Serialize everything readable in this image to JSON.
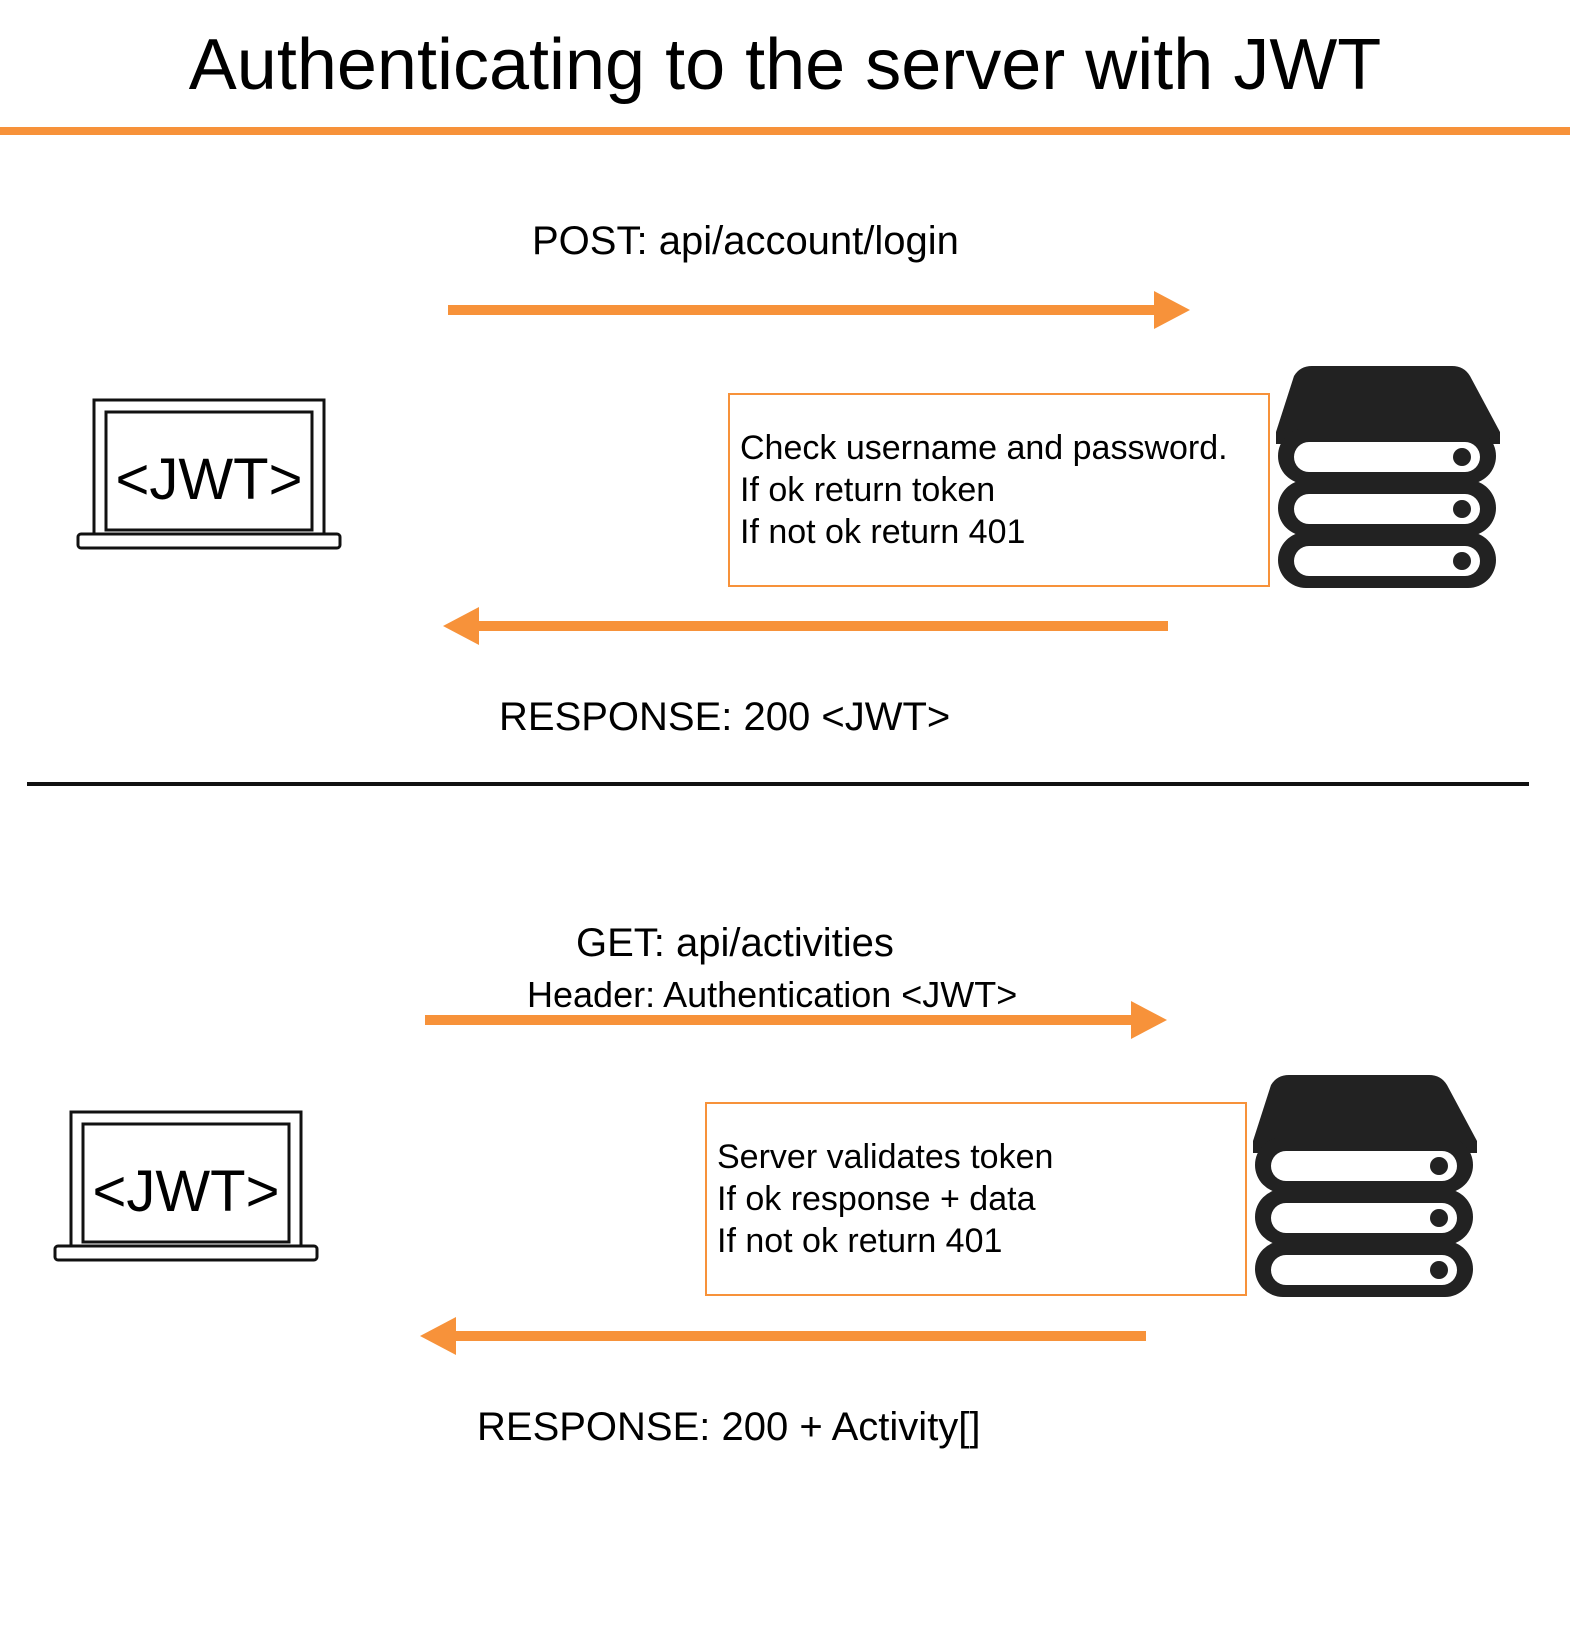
{
  "title": "Authenticating to the server with JWT",
  "colors": {
    "accent": "#f7923a",
    "server": "#222222"
  },
  "icons": {
    "client": "laptop-icon",
    "server": "server-icon"
  },
  "login_flow": {
    "laptop_text": "<JWT>",
    "request_label": "POST: api/account/login",
    "server_note": [
      "Check username and password.",
      "If ok return token",
      "If not ok return 401"
    ],
    "response_label": "RESPONSE: 200 <JWT>"
  },
  "data_flow": {
    "laptop_text": "<JWT>",
    "request_label": "GET: api/activities",
    "request_header": "Header: Authentication <JWT>",
    "server_note": [
      "Server validates token",
      "If ok response + data",
      "If not ok return 401"
    ],
    "response_label": "RESPONSE: 200 + Activity[]"
  }
}
